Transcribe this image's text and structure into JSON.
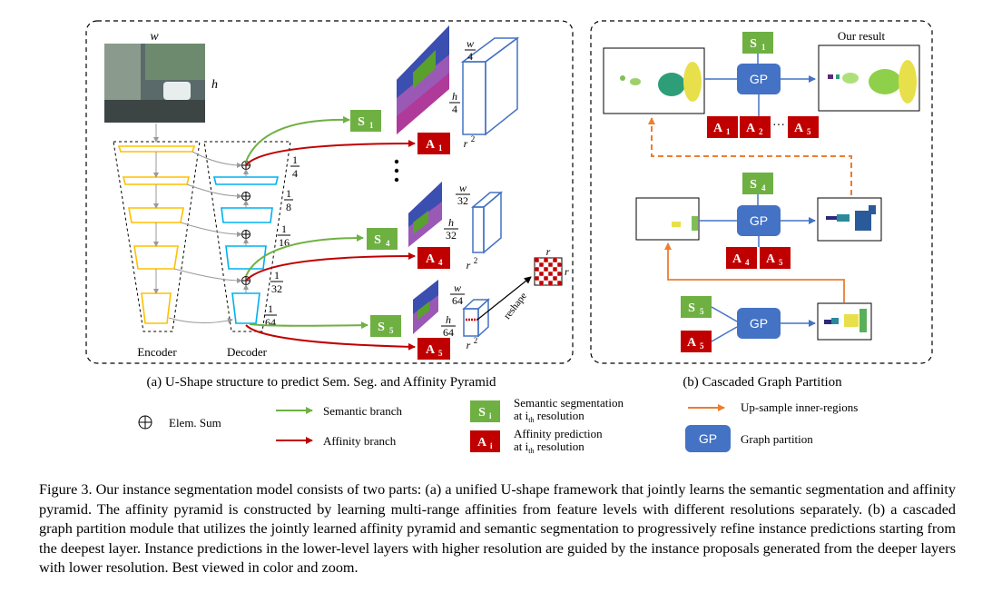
{
  "panel_a": {
    "w_label": "w",
    "h_label": "h",
    "encoder_label": "Encoder",
    "decoder_label": "Decoder",
    "scales": [
      {
        "num": "1",
        "den": "4"
      },
      {
        "num": "1",
        "den": "8"
      },
      {
        "num": "1",
        "den": "16"
      },
      {
        "num": "1",
        "den": "32"
      },
      {
        "num": "1",
        "den": "64"
      }
    ],
    "outputs": [
      {
        "s": "S",
        "s_sub": "1",
        "a": "A",
        "a_sub": "1",
        "w_den": "4",
        "h_den": "4"
      },
      {
        "s": "S",
        "s_sub": "4",
        "a": "A",
        "a_sub": "4",
        "w_den": "32",
        "h_den": "32"
      },
      {
        "s": "S",
        "s_sub": "5",
        "a": "A",
        "a_sub": "5",
        "w_den": "64",
        "h_den": "64"
      }
    ],
    "frac_num_w": "w",
    "frac_num_h": "h",
    "r2_label": "r",
    "r2_sup": "2",
    "reshape_label": "reshape",
    "r_label": "r",
    "caption": "(a) U-Shape structure to predict Sem. Seg. and Affinity Pyramid"
  },
  "panel_b": {
    "our_result": "Our result",
    "gp": "GP",
    "s_top": {
      "t": "S",
      "sub": "1"
    },
    "s_mid": {
      "t": "S",
      "sub": "4"
    },
    "s_bot": {
      "t": "S",
      "sub": "5"
    },
    "a_top": [
      {
        "t": "A",
        "sub": "1"
      },
      {
        "t": "A",
        "sub": "2"
      },
      {
        "t": "A",
        "sub": "5"
      }
    ],
    "a_mid": [
      {
        "t": "A",
        "sub": "4"
      },
      {
        "t": "A",
        "sub": "5"
      }
    ],
    "a_bot": {
      "t": "A",
      "sub": "5"
    },
    "dots": "···",
    "caption": "(b) Cascaded Graph Partition"
  },
  "legend": {
    "sum": "Elem. Sum",
    "semantic": "Semantic branch",
    "affinity": "Affinity branch",
    "si_box": "S",
    "si_sub": "i",
    "ai_box": "A",
    "ai_sub": "i",
    "sem_seg_1": "Semantic segmentation",
    "sem_seg_2": "at i",
    "sem_seg_2_sub": "th",
    "sem_seg_2_end": " resolution",
    "aff_1": "Affinity prediction",
    "aff_2": "at i",
    "aff_2_sub": "th",
    "aff_2_end": " resolution",
    "upsample": "Up-sample inner-regions",
    "gp_box": "GP",
    "gp_text": "Graph partition"
  },
  "caption": "Figure 3. Our instance segmentation model consists of two parts: (a) a unified U-shape framework that jointly learns the semantic segmentation and affinity pyramid. The affinity pyramid is constructed by learning multi-range affinities from feature levels with different resolutions separately. (b) a cascaded graph partition module that utilizes the jointly learned affinity pyramid and semantic segmentation to progressively refine instance predictions starting from the deepest layer. Instance predictions in the lower-level layers with higher resolution are guided by the instance proposals generated from the deeper layers with lower resolution. Best viewed in color and zoom.",
  "colors": {
    "green": "#6fb043",
    "red": "#c00000",
    "blue": "#4472c4",
    "orange": "#ed7d31",
    "yellow": "#ffc000",
    "cyan": "#00b0f0"
  }
}
